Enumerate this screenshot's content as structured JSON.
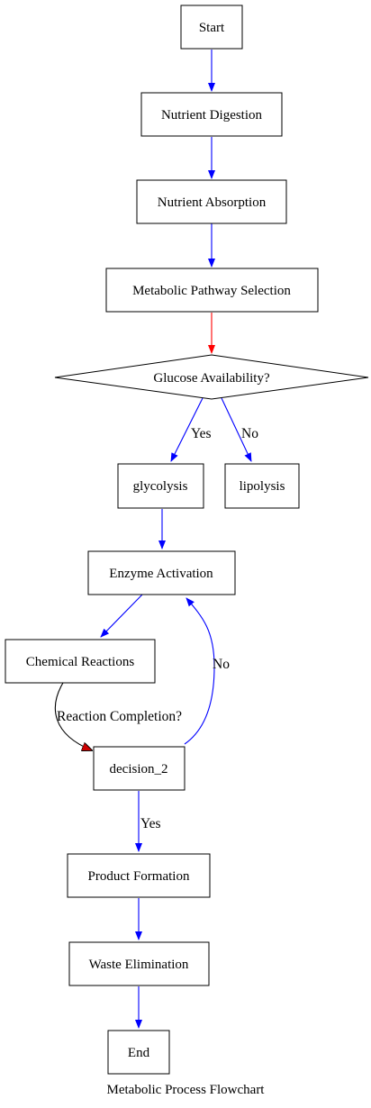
{
  "colors": {
    "flow_edge": "#0000ff",
    "decision_edge": "#ff0000",
    "plain_edge": "#000000",
    "reaction_arrowhead": "#cc0000",
    "node_stroke": "#000000",
    "node_fill": "#ffffff"
  },
  "nodes": {
    "start": "Start",
    "digestion": "Nutrient Digestion",
    "absorption": "Nutrient Absorption",
    "pathway": "Metabolic Pathway Selection",
    "glucose": "Glucose Availability?",
    "glycolysis": "glycolysis",
    "lipolysis": "lipolysis",
    "enzyme": "Enzyme Activation",
    "chemical": "Chemical Reactions",
    "decision2": "decision_2",
    "product": "Product Formation",
    "waste": "Waste Elimination",
    "end": "End"
  },
  "edge_labels": {
    "glucose_yes": "Yes",
    "glucose_no": "No",
    "decision_no": "No",
    "reaction_completion": "Reaction Completion?",
    "decision_yes": "Yes"
  },
  "caption": "Metabolic Process Flowchart"
}
